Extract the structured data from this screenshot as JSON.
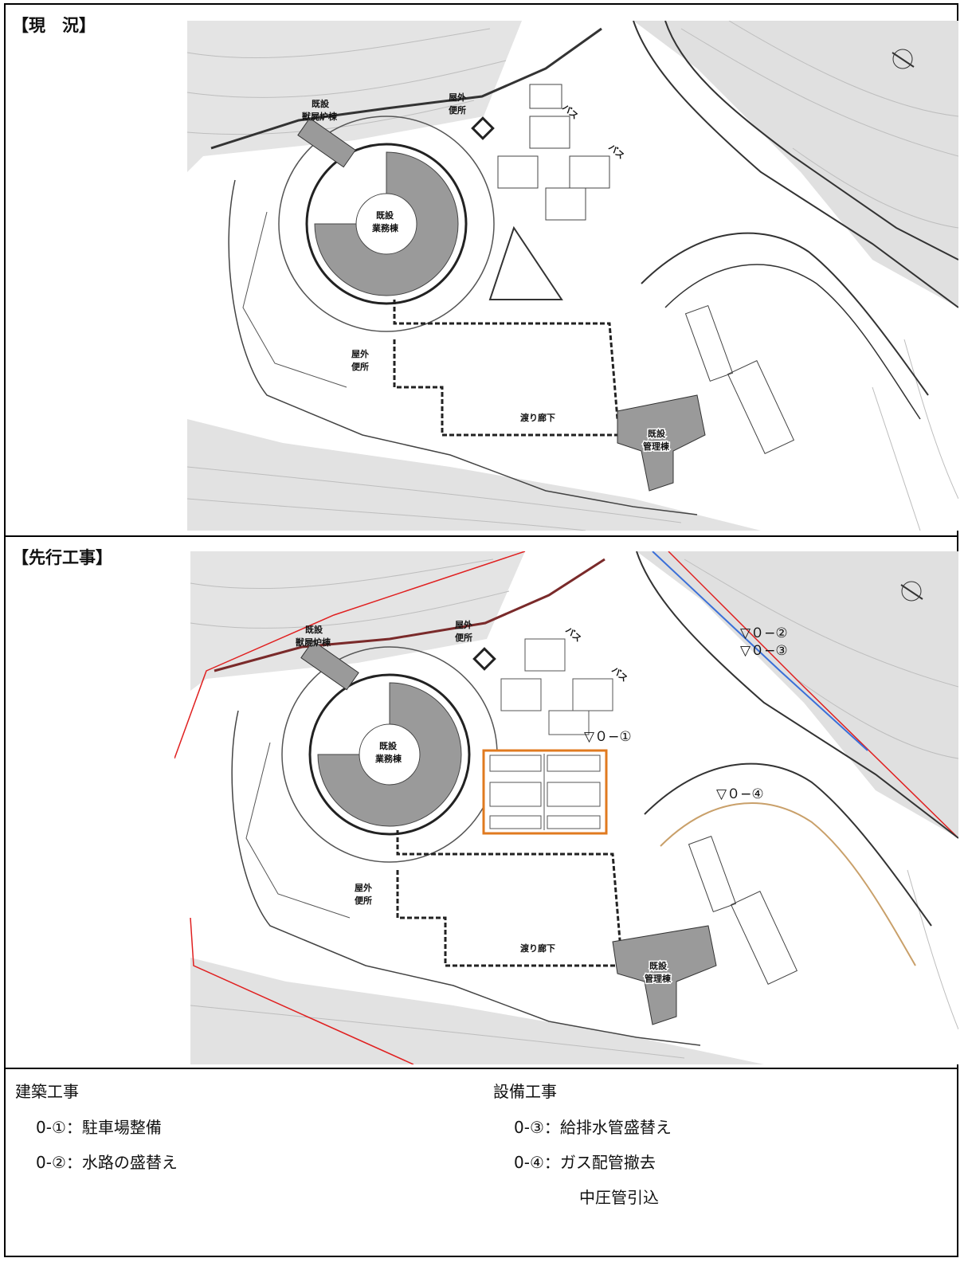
{
  "panels": {
    "current": {
      "title": "【現　況】",
      "labels": {
        "incinerator": [
          "既設",
          "獣屍炉棟"
        ],
        "toilet_top": [
          "屋外",
          "便所"
        ],
        "office": [
          "既設",
          "業務棟"
        ],
        "toilet_bottom": [
          "屋外",
          "便所"
        ],
        "corridor": "渡り廊下",
        "admin": [
          "既設",
          "管理棟"
        ],
        "bus": "バス"
      }
    },
    "preliminary": {
      "title": "【先行工事】",
      "labels": {
        "incinerator": [
          "既設",
          "獣屍炉棟"
        ],
        "toilet_top": [
          "屋外",
          "便所"
        ],
        "office": [
          "既設",
          "業務棟"
        ],
        "toilet_bottom": [
          "屋外",
          "便所"
        ],
        "corridor": "渡り廊下",
        "admin": [
          "既設",
          "管理棟"
        ],
        "bus": "バス"
      },
      "markers": [
        "▽０−①",
        "▽０−②",
        "▽０−③",
        "▽０−④"
      ]
    }
  },
  "legend": {
    "architecture": {
      "heading": "建築工事",
      "items": [
        "0-①：駐車場整備",
        "0-②：水路の盛替え"
      ]
    },
    "equipment": {
      "heading": "設備工事",
      "items": [
        "0-③：給排水管盛替え",
        "0-④：ガス配管撤去"
      ],
      "continuation": "中圧管引込"
    }
  },
  "colors": {
    "building_fill": "#9a9a9a",
    "highlight_orange": "#e07a1f",
    "boundary_red": "#e02020",
    "waterway_blue": "#3a6fd8",
    "gas_pipe": "#c9a06a",
    "terrain_gray": "#d6d6d6"
  }
}
